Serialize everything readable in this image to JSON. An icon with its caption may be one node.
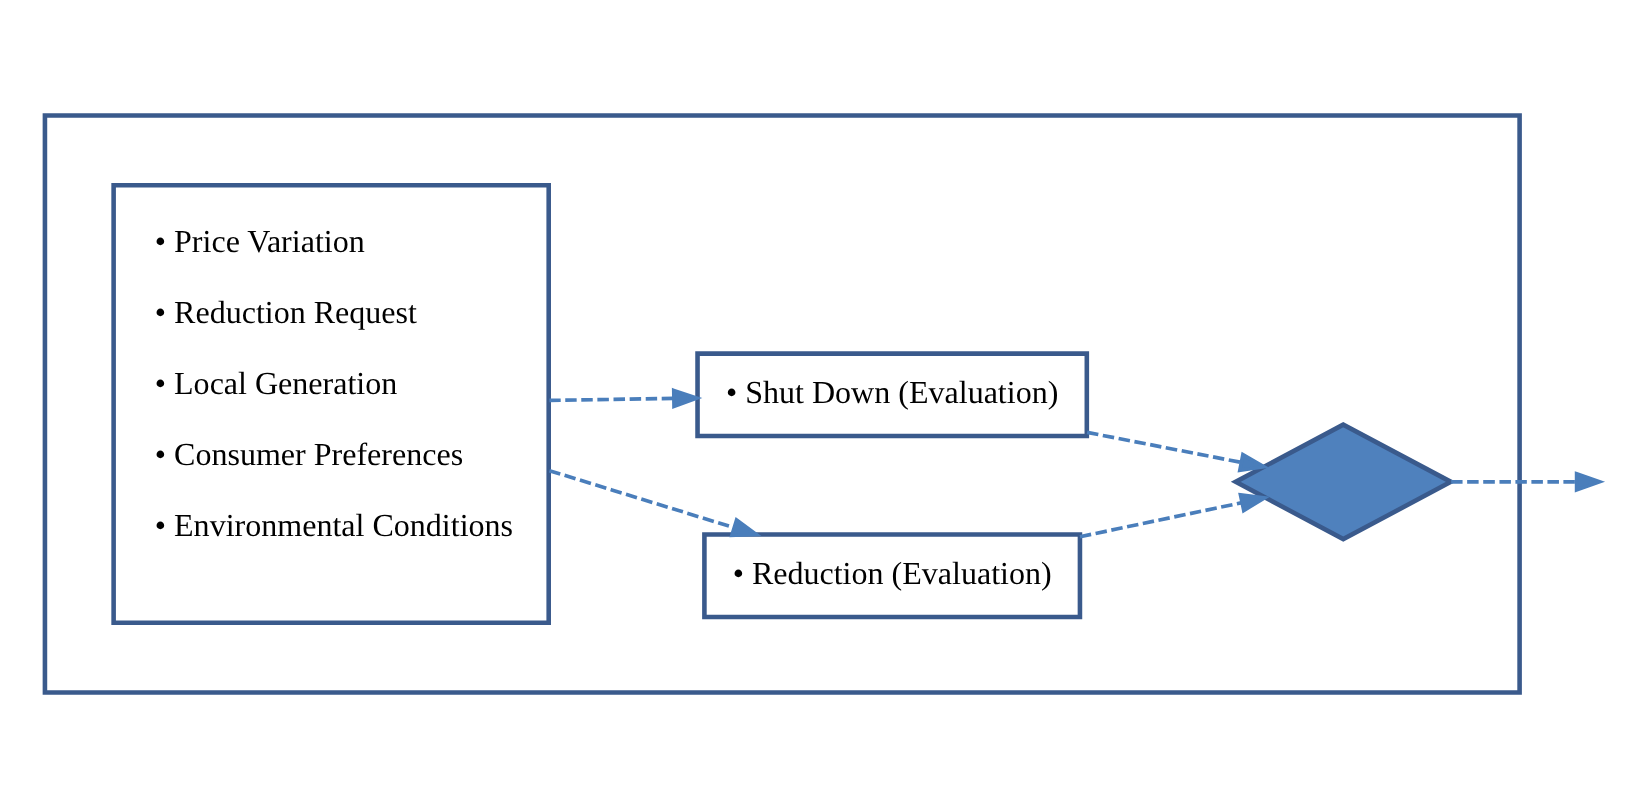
{
  "diagram": {
    "nodes": [
      {
        "text": [],
        "shape": "box"
      },
      {
        "text": [
          "• Price Variation",
          "• Reduction Request",
          "• Local Generation",
          "• Consumer Preferences",
          "• Environmental Conditions"
        ],
        "in": 0
      },
      {
        "text": [
          "• Reduction (Evaluation)"
        ],
        "in": 0
      },
      {
        "text": [],
        "shape": "diamond",
        "in": 0
      },
      {
        "text": [
          "• Shut Down (Evaluation)"
        ],
        "in": 0
      }
    ],
    "edges": [
      {
        "from": 1,
        "to": 2,
        "arrow": "to",
        "style": "dashed"
      },
      {
        "from": 1,
        "to": 4,
        "arrow": "to",
        "style": "dashed"
      },
      {
        "from": 2,
        "to": 3,
        "arrow": "to",
        "style": "dashed"
      },
      {
        "from": 4,
        "to": 3,
        "arrow": "to",
        "style": "dashed"
      },
      {
        "from": 3,
        "to": null,
        "arrow": "to",
        "style": "dashed"
      }
    ]
  }
}
